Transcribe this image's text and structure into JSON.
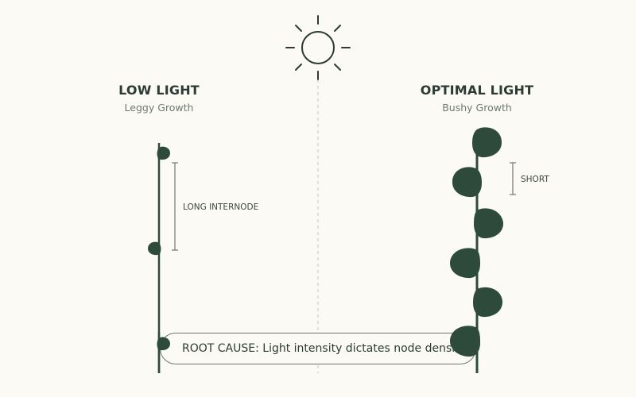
{
  "colors": {
    "background": "#fbfaf5",
    "plant": "#2d4a3a",
    "line": "#2d3b35",
    "muted": "#6f7772",
    "guide": "#d8d6ce"
  },
  "icons": {
    "sun": "sun-icon"
  },
  "left_panel": {
    "title": "LOW LIGHT",
    "subtitle": "Leggy Growth",
    "dimension_label": "LONG INTERNODE",
    "leaf_count": 3
  },
  "right_panel": {
    "title": "OPTIMAL LIGHT",
    "subtitle": "Bushy Growth",
    "dimension_label": "SHORT",
    "leaf_count": 6
  },
  "caption": "ROOT CAUSE: Light intensity dictates node density."
}
